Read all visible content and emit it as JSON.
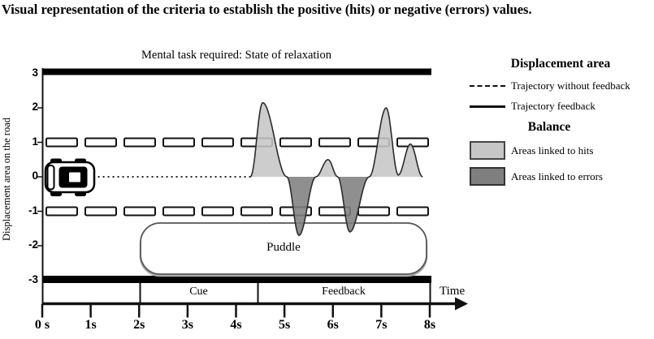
{
  "figure": {
    "title": "Visual representation of the criteria to establish the positive (hits) or negative (errors) values."
  },
  "plot": {
    "header": "Mental task required: State of relaxation",
    "y_axis": {
      "label": "Displacement area on the road",
      "ticks": [
        "3",
        "2",
        "1",
        "0",
        "-1",
        "-2",
        "-3"
      ]
    },
    "x_axis": {
      "ticks": [
        "0 s",
        "1s",
        "2s",
        "3s",
        "4s",
        "5s",
        "6s",
        "7s",
        "8s"
      ],
      "label": "Time"
    },
    "bands": {
      "cue": "Cue",
      "feedback": "Feedback"
    },
    "puddle_label": "Puddle"
  },
  "legend": {
    "title": "Displacement area",
    "items": [
      {
        "swatch": "dashed-line",
        "label": "Trajectory without feedback"
      },
      {
        "swatch": "solid-line",
        "label": "Trajectory feedback"
      }
    ],
    "balance_title": "Balance",
    "balance_items": [
      {
        "swatch": "light",
        "label": "Areas linked to hits",
        "color": "#c6c6c6"
      },
      {
        "swatch": "dark",
        "label": "Areas linked to errors",
        "color": "#7f7f7f"
      }
    ]
  },
  "chart_data": {
    "type": "line",
    "title": "Mental task required: State of relaxation",
    "xlabel": "Time",
    "ylabel": "Displacement area on the road",
    "xlim": [
      0,
      8
    ],
    "ylim": [
      -3,
      3
    ],
    "x_unit": "s",
    "road_boundaries_y": [
      3,
      -3
    ],
    "lane_markers_y": [
      1,
      -1
    ],
    "car_position": {
      "t": 0.9,
      "y": 0
    },
    "trajectory_without_feedback": {
      "style": "dotted",
      "points": [
        [
          1.15,
          0
        ],
        [
          4.3,
          0
        ]
      ]
    },
    "trajectory_feedback": {
      "style": "solid",
      "points": [
        [
          4.3,
          0
        ],
        [
          4.55,
          2.15
        ],
        [
          5.05,
          0
        ],
        [
          5.3,
          -1.7
        ],
        [
          5.65,
          0
        ],
        [
          5.9,
          0.5
        ],
        [
          6.1,
          0
        ],
        [
          6.35,
          -1.6
        ],
        [
          6.75,
          0
        ],
        [
          7.1,
          2.0
        ],
        [
          7.35,
          0.05
        ],
        [
          7.6,
          0.95
        ],
        [
          7.85,
          0
        ]
      ]
    },
    "areas": {
      "hits": {
        "definition": "curve above 0",
        "color": "#c6c6c6"
      },
      "errors": {
        "definition": "curve below 0",
        "color": "#7f7f7f"
      }
    },
    "puddle_span_t": [
      2.0,
      7.9
    ],
    "puddle_span_y": [
      -1.35,
      -2.85
    ],
    "cue_span_t": [
      2.0,
      4.45
    ],
    "feedback_span_t": [
      4.45,
      8.0
    ],
    "legend_position": "right"
  }
}
